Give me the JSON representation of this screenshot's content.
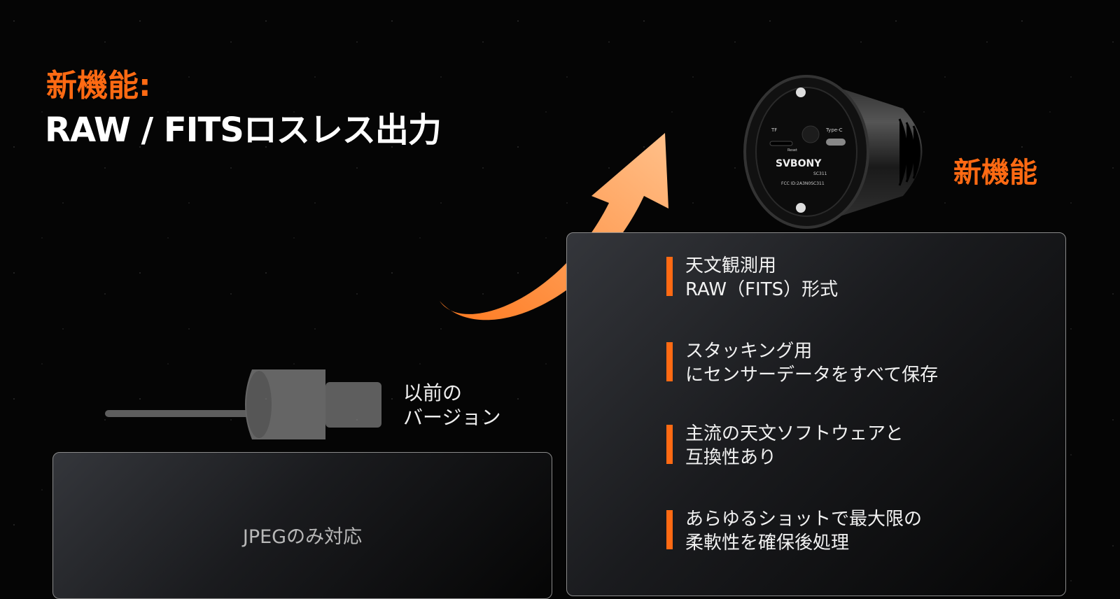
{
  "header": {
    "title_line1": "新機能:",
    "title_line2": "RAW / FITSロスレス出力"
  },
  "new_version": {
    "label": "新機能",
    "camera": {
      "brand": "SVBONY",
      "model": "SC311",
      "fcc": "FCC ID:2A3N0SC311",
      "port_tf": "TF",
      "port_reset": "Reset",
      "port_usb": "Type-C"
    },
    "features": [
      {
        "line1": "天文観測用",
        "line2": "RAW（FITS）形式"
      },
      {
        "line1": "スタッキング用",
        "line2": "にセンサーデータをすべて保存"
      },
      {
        "line1": "主流の天文ソフトウェアと",
        "line2": "互換性あり"
      },
      {
        "line1": "あらゆるショットで最大限の",
        "line2": "柔軟性を確保後処理"
      }
    ]
  },
  "old_version": {
    "label_line1": "以前の",
    "label_line2": "バージョン",
    "support": "JPEGのみ対応"
  },
  "colors": {
    "accent": "#ff6a13"
  }
}
